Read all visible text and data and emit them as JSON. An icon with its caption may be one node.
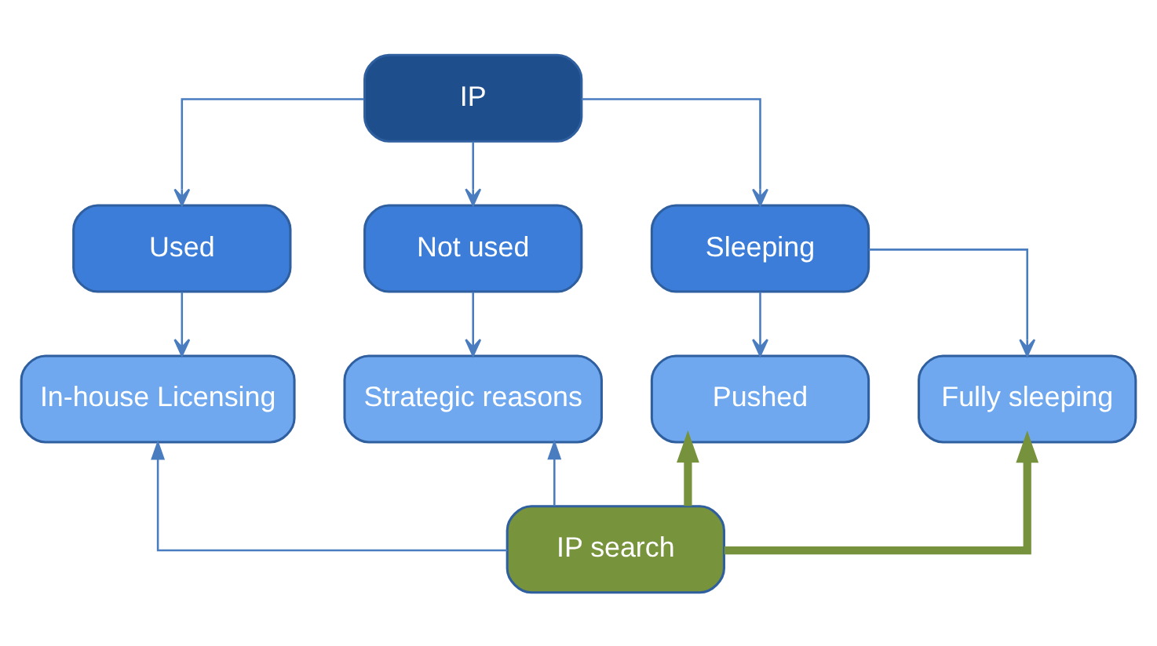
{
  "diagram": {
    "nodes": [
      {
        "text": [
          "IP"
        ]
      },
      {
        "text": [
          "Used"
        ]
      },
      {
        "text": [
          "Not used"
        ]
      },
      {
        "text": [
          "Sleeping"
        ]
      },
      {
        "text": [
          "In-house Licensing"
        ]
      },
      {
        "text": [
          "Strategic reasons"
        ]
      },
      {
        "text": [
          "Pushed"
        ]
      },
      {
        "text": [
          "Fully sleeping"
        ]
      },
      {
        "text": [
          "IP search"
        ]
      }
    ],
    "edges": [
      {
        "from": 0,
        "to": 1,
        "arrow": "to"
      },
      {
        "from": 0,
        "to": 2,
        "arrow": "to"
      },
      {
        "from": 0,
        "to": 3,
        "arrow": "to"
      },
      {
        "from": 1,
        "to": 4,
        "arrow": "to"
      },
      {
        "from": 2,
        "to": 5,
        "arrow": "to"
      },
      {
        "from": 3,
        "to": 6,
        "arrow": "to"
      },
      {
        "from": 3,
        "to": 7,
        "arrow": "to"
      },
      {
        "from": 8,
        "to": 4,
        "arrow": "to"
      },
      {
        "from": 8,
        "to": 5,
        "arrow": "to"
      },
      {
        "from": 8,
        "to": 6,
        "arrow": "to",
        "style": "thick",
        "color": "#76923c"
      },
      {
        "from": 8,
        "to": 7,
        "arrow": "to",
        "style": "thick",
        "color": "#76923c"
      }
    ]
  }
}
